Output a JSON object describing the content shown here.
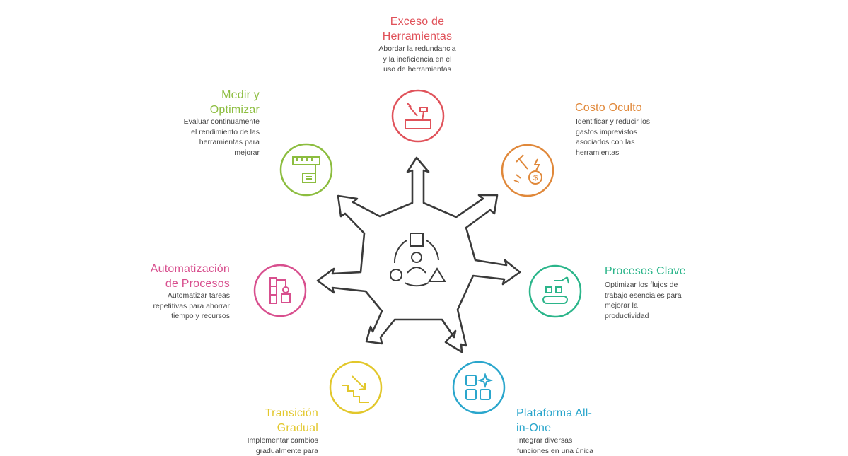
{
  "colors": {
    "outline": "#3a3a3a",
    "exceso": "#e0525a",
    "costo": "#e0883a",
    "procesos_clave": "#2bb58a",
    "plataforma": "#2aa6cc",
    "transicion": "#e2c72b",
    "automatizacion": "#d84f8e",
    "medir": "#8cbd3f"
  },
  "nodes": {
    "exceso": {
      "title_1": "Exceso de",
      "title_2": "Herramientas",
      "desc_1": "Abordar la redundancia",
      "desc_2": "y la ineficiencia en el",
      "desc_3": "uso de herramientas",
      "icon": "tools-box-icon"
    },
    "costo": {
      "title_1": "Costo Oculto",
      "desc_1": "Identificar y reducir los",
      "desc_2": "gastos imprevistos",
      "desc_3": "asociados con las",
      "desc_4": "herramientas",
      "icon": "dollar-tool-icon"
    },
    "procesos_clave": {
      "title_1": "Procesos Clave",
      "desc_1": "Optimizar los flujos de",
      "desc_2": "trabajo esenciales para",
      "desc_3": "mejorar la",
      "desc_4": "productividad",
      "icon": "conveyor-robot-icon"
    },
    "plataforma": {
      "title_1": "Plataforma All-",
      "title_2": "in-One",
      "desc_1": "Integrar diversas",
      "desc_2": "funciones en una única",
      "icon": "app-grid-icon"
    },
    "transicion": {
      "title_1": "Transición",
      "title_2": "Gradual",
      "desc_1": "Implementar cambios",
      "desc_2": "gradualmente para",
      "icon": "stairs-arrow-icon"
    },
    "automatizacion": {
      "title_1": "Automatización",
      "title_2": "de Procesos",
      "desc_1": "Automatizar tareas",
      "desc_2": "repetitivas para ahorrar",
      "desc_3": "tiempo y recursos",
      "icon": "robot-arm-icon"
    },
    "medir": {
      "title_1": "Medir y",
      "title_2": "Optimizar",
      "desc_1": "Evaluar continuamente",
      "desc_2": "el rendimiento de las",
      "desc_3": "herramientas para",
      "desc_4": "mejorar",
      "icon": "measuring-tape-icon"
    }
  },
  "hub": {
    "icon": "shapes-user-icon"
  }
}
